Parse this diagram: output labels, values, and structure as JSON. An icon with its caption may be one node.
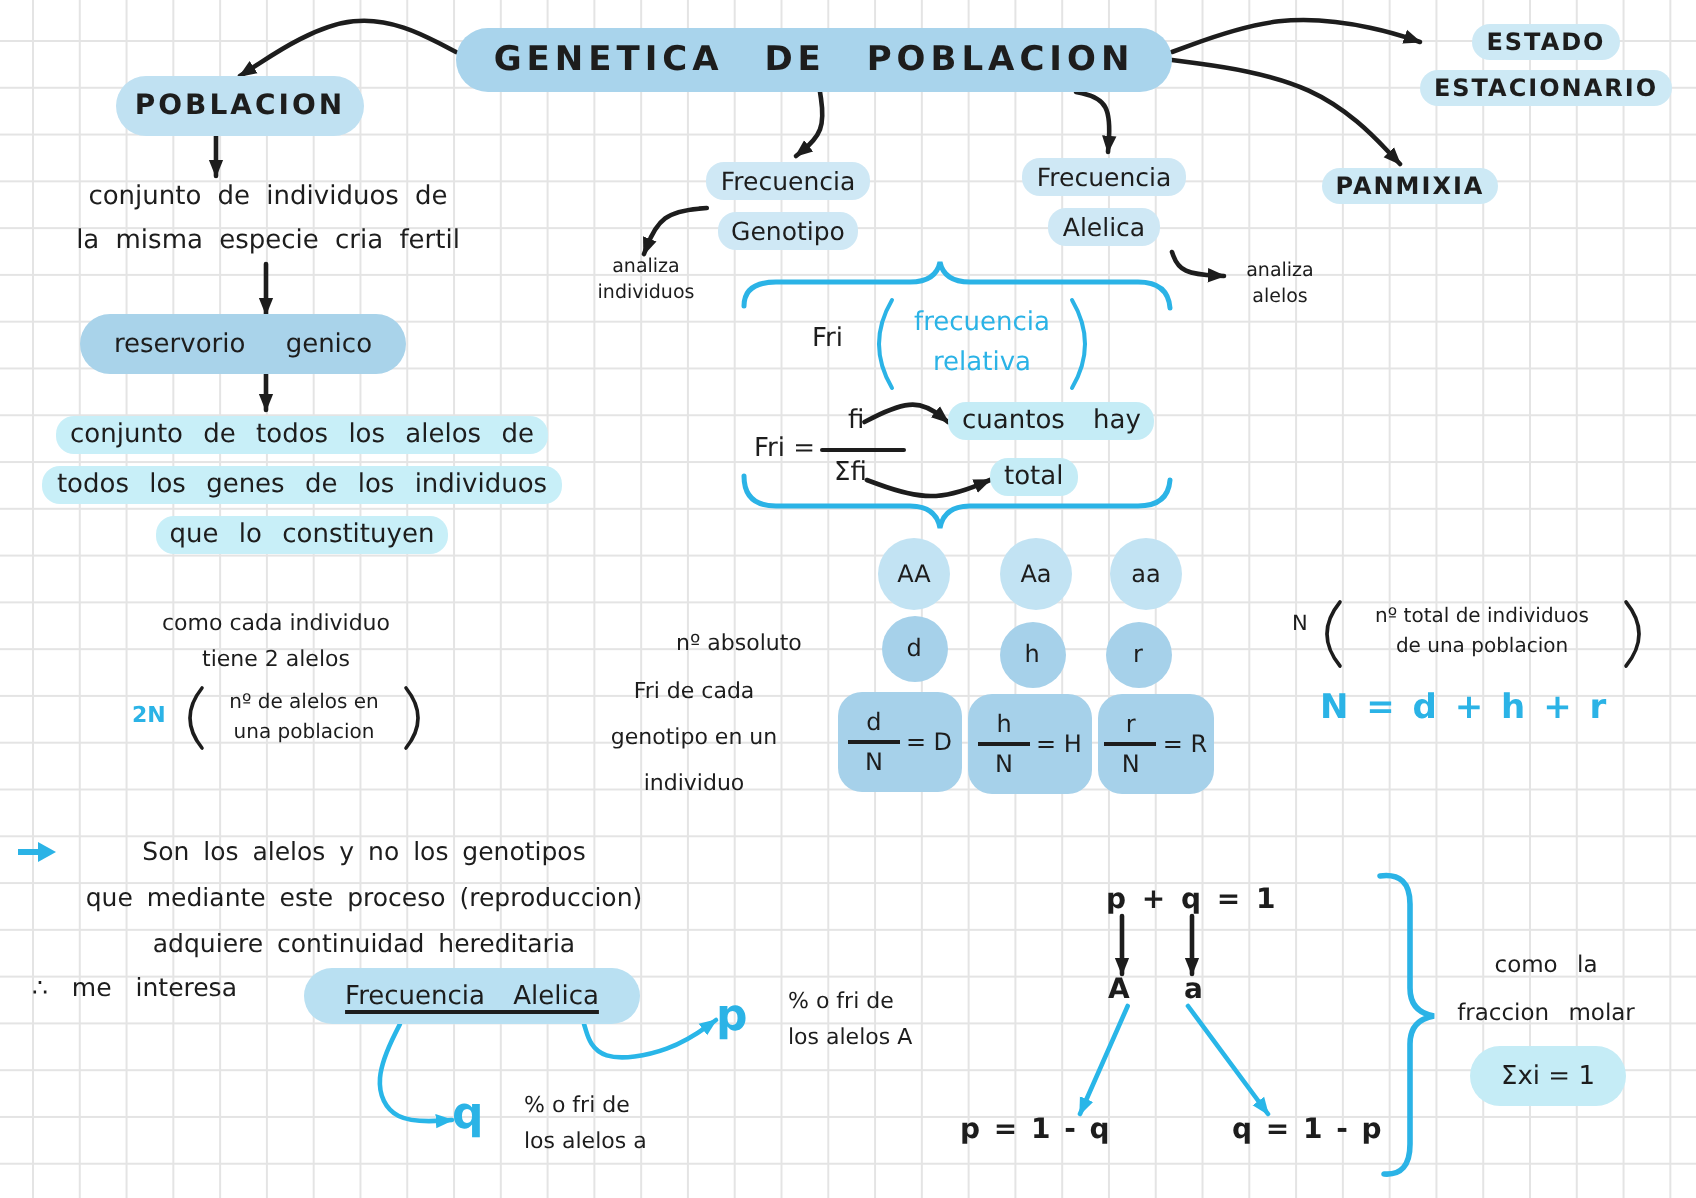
{
  "diagram": {
    "nodes": [
      {
        "text": [
          "GENETICA DE POBLACION"
        ]
      },
      {
        "text": [
          "POBLACION"
        ]
      },
      {
        "text": [
          "conjunto de individuos de la misma especie cria fertil"
        ]
      },
      {
        "text": [
          "reservorio genico"
        ]
      },
      {
        "text": [
          "conjunto de todos los alelos de todos los genes de los individuos que lo constituyen"
        ]
      },
      {
        "text": [
          "Frecuencia Genotipo"
        ]
      },
      {
        "text": [
          "analiza individuos"
        ]
      },
      {
        "text": [
          "Frecuencia Alelica"
        ]
      },
      {
        "text": [
          "analiza alelos"
        ]
      },
      {
        "text": [
          "PANMIXIA"
        ]
      },
      {
        "text": [
          "ESTADO ESTACIONARIO"
        ]
      },
      {
        "text": [
          "fi"
        ]
      },
      {
        "text": [
          "Σfi"
        ]
      },
      {
        "text": [
          "cuantos hay"
        ]
      },
      {
        "text": [
          "total"
        ]
      },
      {
        "text": [
          "AA"
        ]
      },
      {
        "text": [
          "Aa"
        ]
      },
      {
        "text": [
          "aa"
        ]
      },
      {
        "text": [
          "d"
        ]
      },
      {
        "text": [
          "h"
        ]
      },
      {
        "text": [
          "r"
        ]
      },
      {
        "text": [
          "d",
          "N",
          "= D"
        ]
      },
      {
        "text": [
          "h",
          "N",
          "= H"
        ]
      },
      {
        "text": [
          "r",
          "N",
          "= R"
        ]
      },
      {
        "text": [
          "Frecuencia Alelica"
        ]
      },
      {
        "text": [
          "p"
        ],
        "beside": [
          "% o fri de los alelos A"
        ]
      },
      {
        "text": [
          "q"
        ],
        "beside": [
          "% o fri de los alelos a"
        ]
      },
      {
        "text": [
          "p + q = 1"
        ]
      },
      {
        "text": [
          "A"
        ]
      },
      {
        "text": [
          "a"
        ]
      },
      {
        "text": [
          "p = 1 - q"
        ]
      },
      {
        "text": [
          "q = 1 - p"
        ]
      },
      {
        "text": [
          "Σxi = 1"
        ],
        "beside": [
          "como la fraccion molar"
        ]
      }
    ],
    "edges": [
      {
        "from": 0,
        "to": 1,
        "arrow": "to"
      },
      {
        "from": 1,
        "to": 2,
        "arrow": "to"
      },
      {
        "from": 2,
        "to": 3,
        "arrow": "to"
      },
      {
        "from": 3,
        "to": 4,
        "arrow": "to"
      },
      {
        "from": 0,
        "to": 5,
        "arrow": "to"
      },
      {
        "from": 0,
        "to": 7,
        "arrow": "to"
      },
      {
        "from": 0,
        "to": 10,
        "arrow": "to"
      },
      {
        "from": 0,
        "to": 9,
        "arrow": "to"
      },
      {
        "from": 5,
        "to": 6,
        "arrow": "to"
      },
      {
        "from": 7,
        "to": 8,
        "arrow": "to"
      },
      {
        "from": 11,
        "to": 13,
        "arrow": "to"
      },
      {
        "from": 12,
        "to": 14,
        "arrow": "to"
      },
      {
        "from": 24,
        "to": 25,
        "arrow": "to",
        "color": "#29b6e8"
      },
      {
        "from": 24,
        "to": 26,
        "arrow": "to",
        "color": "#29b6e8"
      },
      {
        "from": 27,
        "to": 28,
        "arrow": "to"
      },
      {
        "from": 27,
        "to": 29,
        "arrow": "to"
      },
      {
        "from": 28,
        "to": 30,
        "arrow": "to",
        "color": "#29b6e8"
      },
      {
        "from": 29,
        "to": 31,
        "arrow": "to",
        "color": "#29b6e8"
      }
    ],
    "labels": [
      "Fri",
      "frecuencia relativa",
      "Fri =",
      "como cada individuo tiene 2 alelos",
      "N",
      "nº total de individuos de una poblacion",
      "nº absoluto",
      "Fri de cada genotipo en un individuo",
      "2N",
      "nº de alelos en una poblacion",
      "N = d + h + r",
      "Son los alelos y no los genotipos que mediante este proceso (reproduccion) adquiere continuidad hereditaria",
      "∴ me interesa"
    ]
  }
}
